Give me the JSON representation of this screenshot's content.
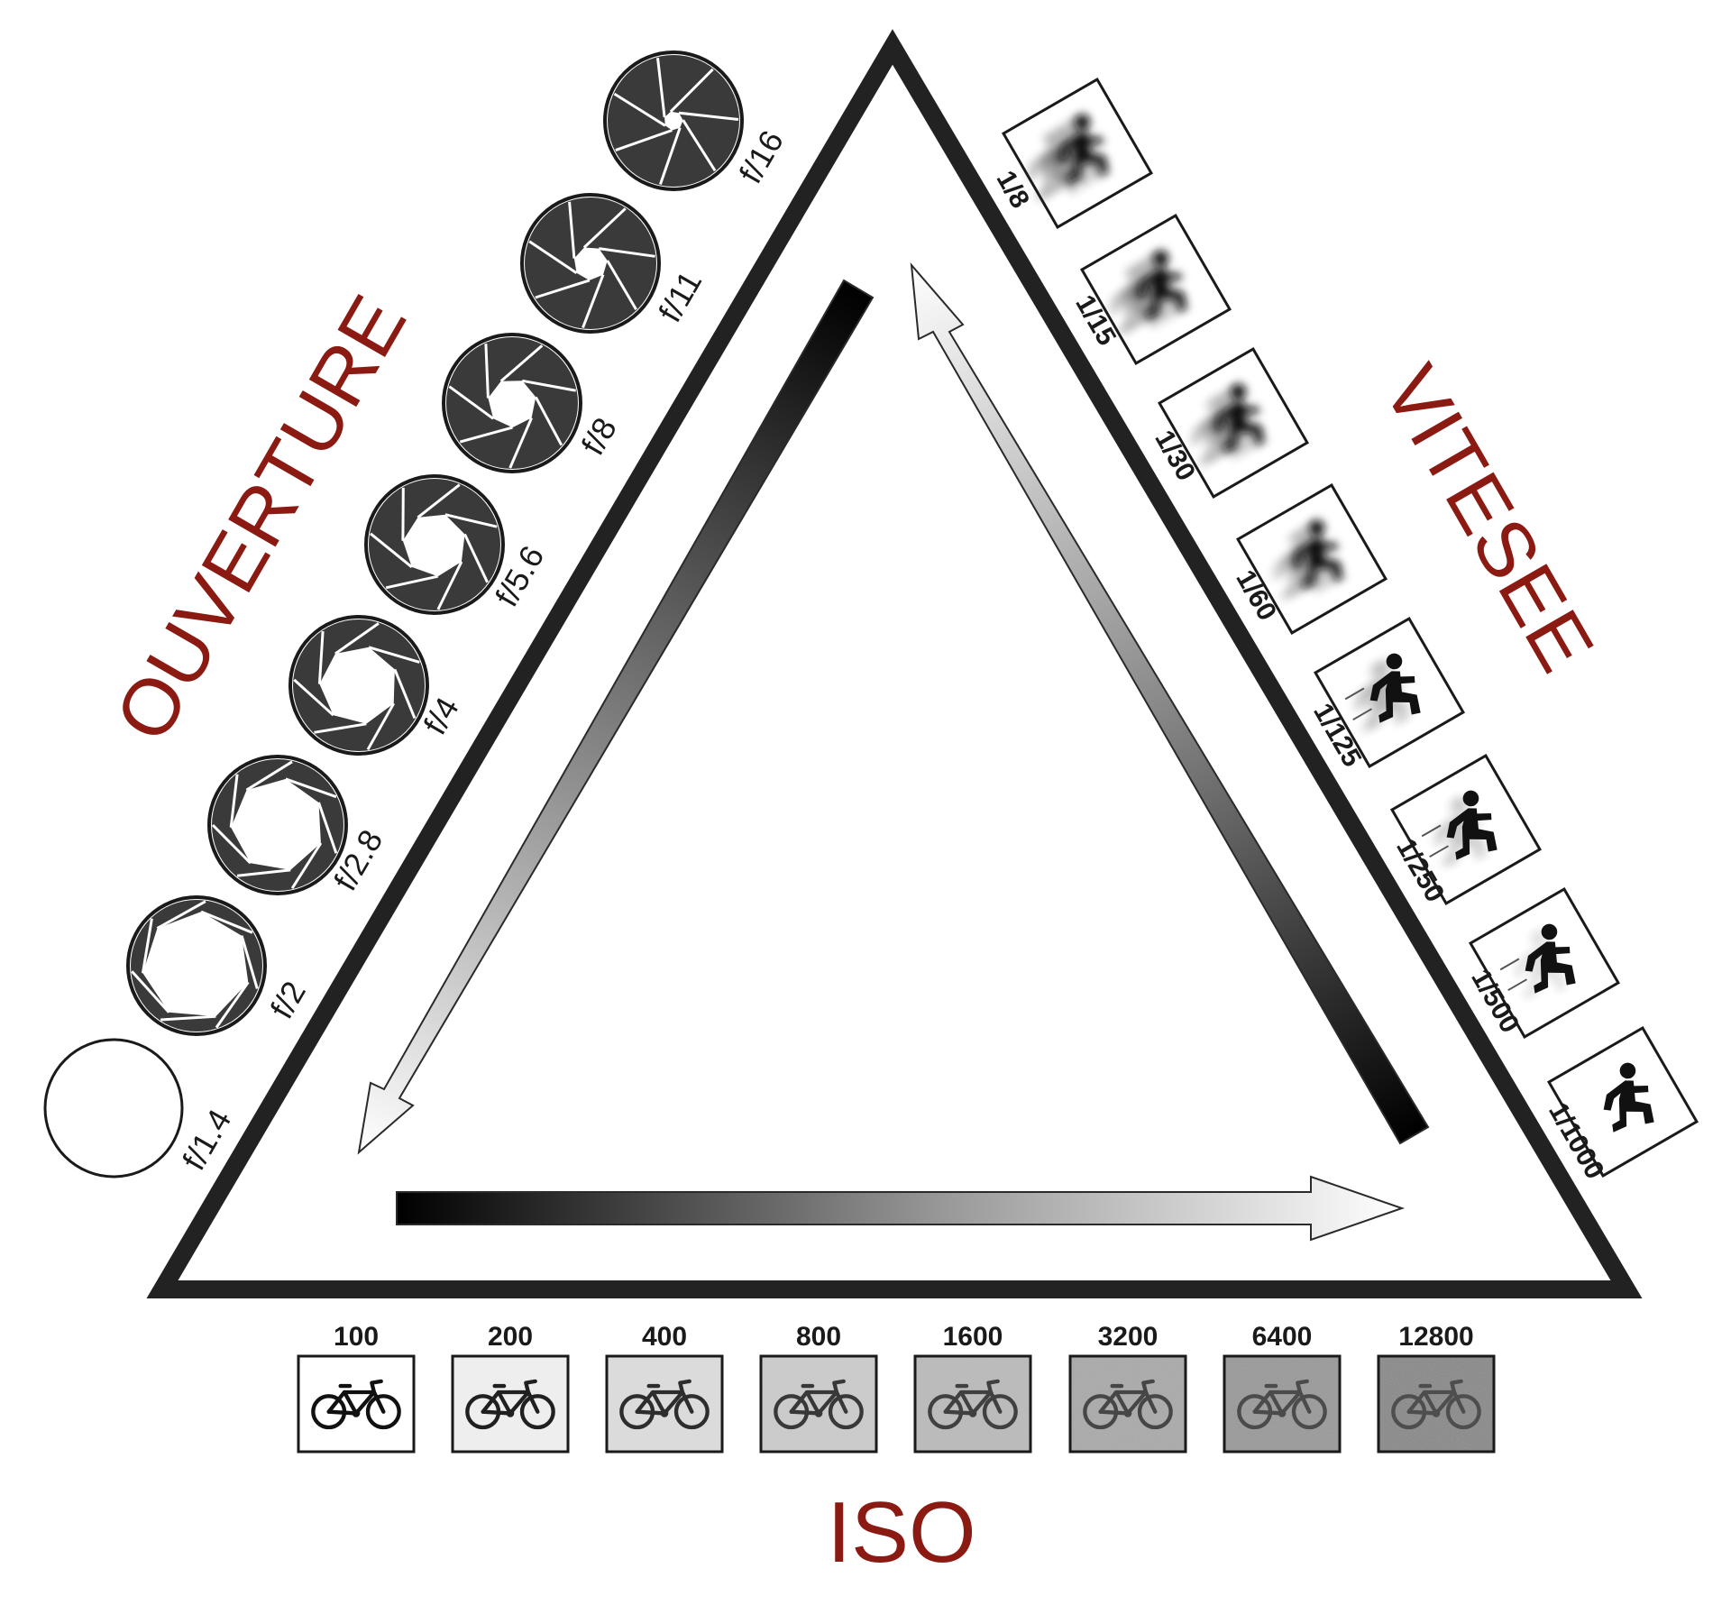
{
  "titles": {
    "aperture": "OUVERTURE",
    "speed": "VITESEE",
    "iso": "ISO"
  },
  "aperture_stops": [
    "f/1.4",
    "f/2",
    "f/2.8",
    "f/4",
    "f/5.6",
    "f/8",
    "f/11",
    "f/16"
  ],
  "shutter_speeds": [
    "1/8",
    "1/15",
    "1/30",
    "1/60",
    "1/125",
    "1/250",
    "1/500",
    "1/1000"
  ],
  "iso_values": [
    "100",
    "200",
    "400",
    "800",
    "1600",
    "3200",
    "6400",
    "12800"
  ],
  "colors": {
    "title": "#8b1a12",
    "ink": "#1a1a1a",
    "triangle": "#222222",
    "paper": "#ffffff"
  },
  "icons": {
    "aperture": "aperture-icon",
    "speed": "running-person-icon",
    "iso": "bicycle-icon"
  }
}
